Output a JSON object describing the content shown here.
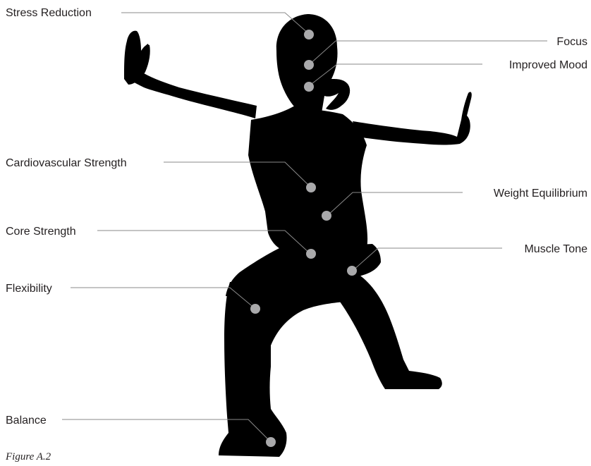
{
  "labels": {
    "stress_reduction": "Stress Reduction",
    "focus": "Focus",
    "improved_mood": "Improved Mood",
    "cardiovascular_strength": "Cardiovascular Strength",
    "weight_equilibrium": "Weight Equilibrium",
    "core_strength": "Core Strength",
    "muscle_tone": "Muscle Tone",
    "flexibility": "Flexibility",
    "balance": "Balance"
  },
  "caption": "Figure A.2",
  "colors": {
    "silhouette": "#000000",
    "dot": "#a9a9ab",
    "leader": "#8a8a8a",
    "text": "#231f20"
  }
}
